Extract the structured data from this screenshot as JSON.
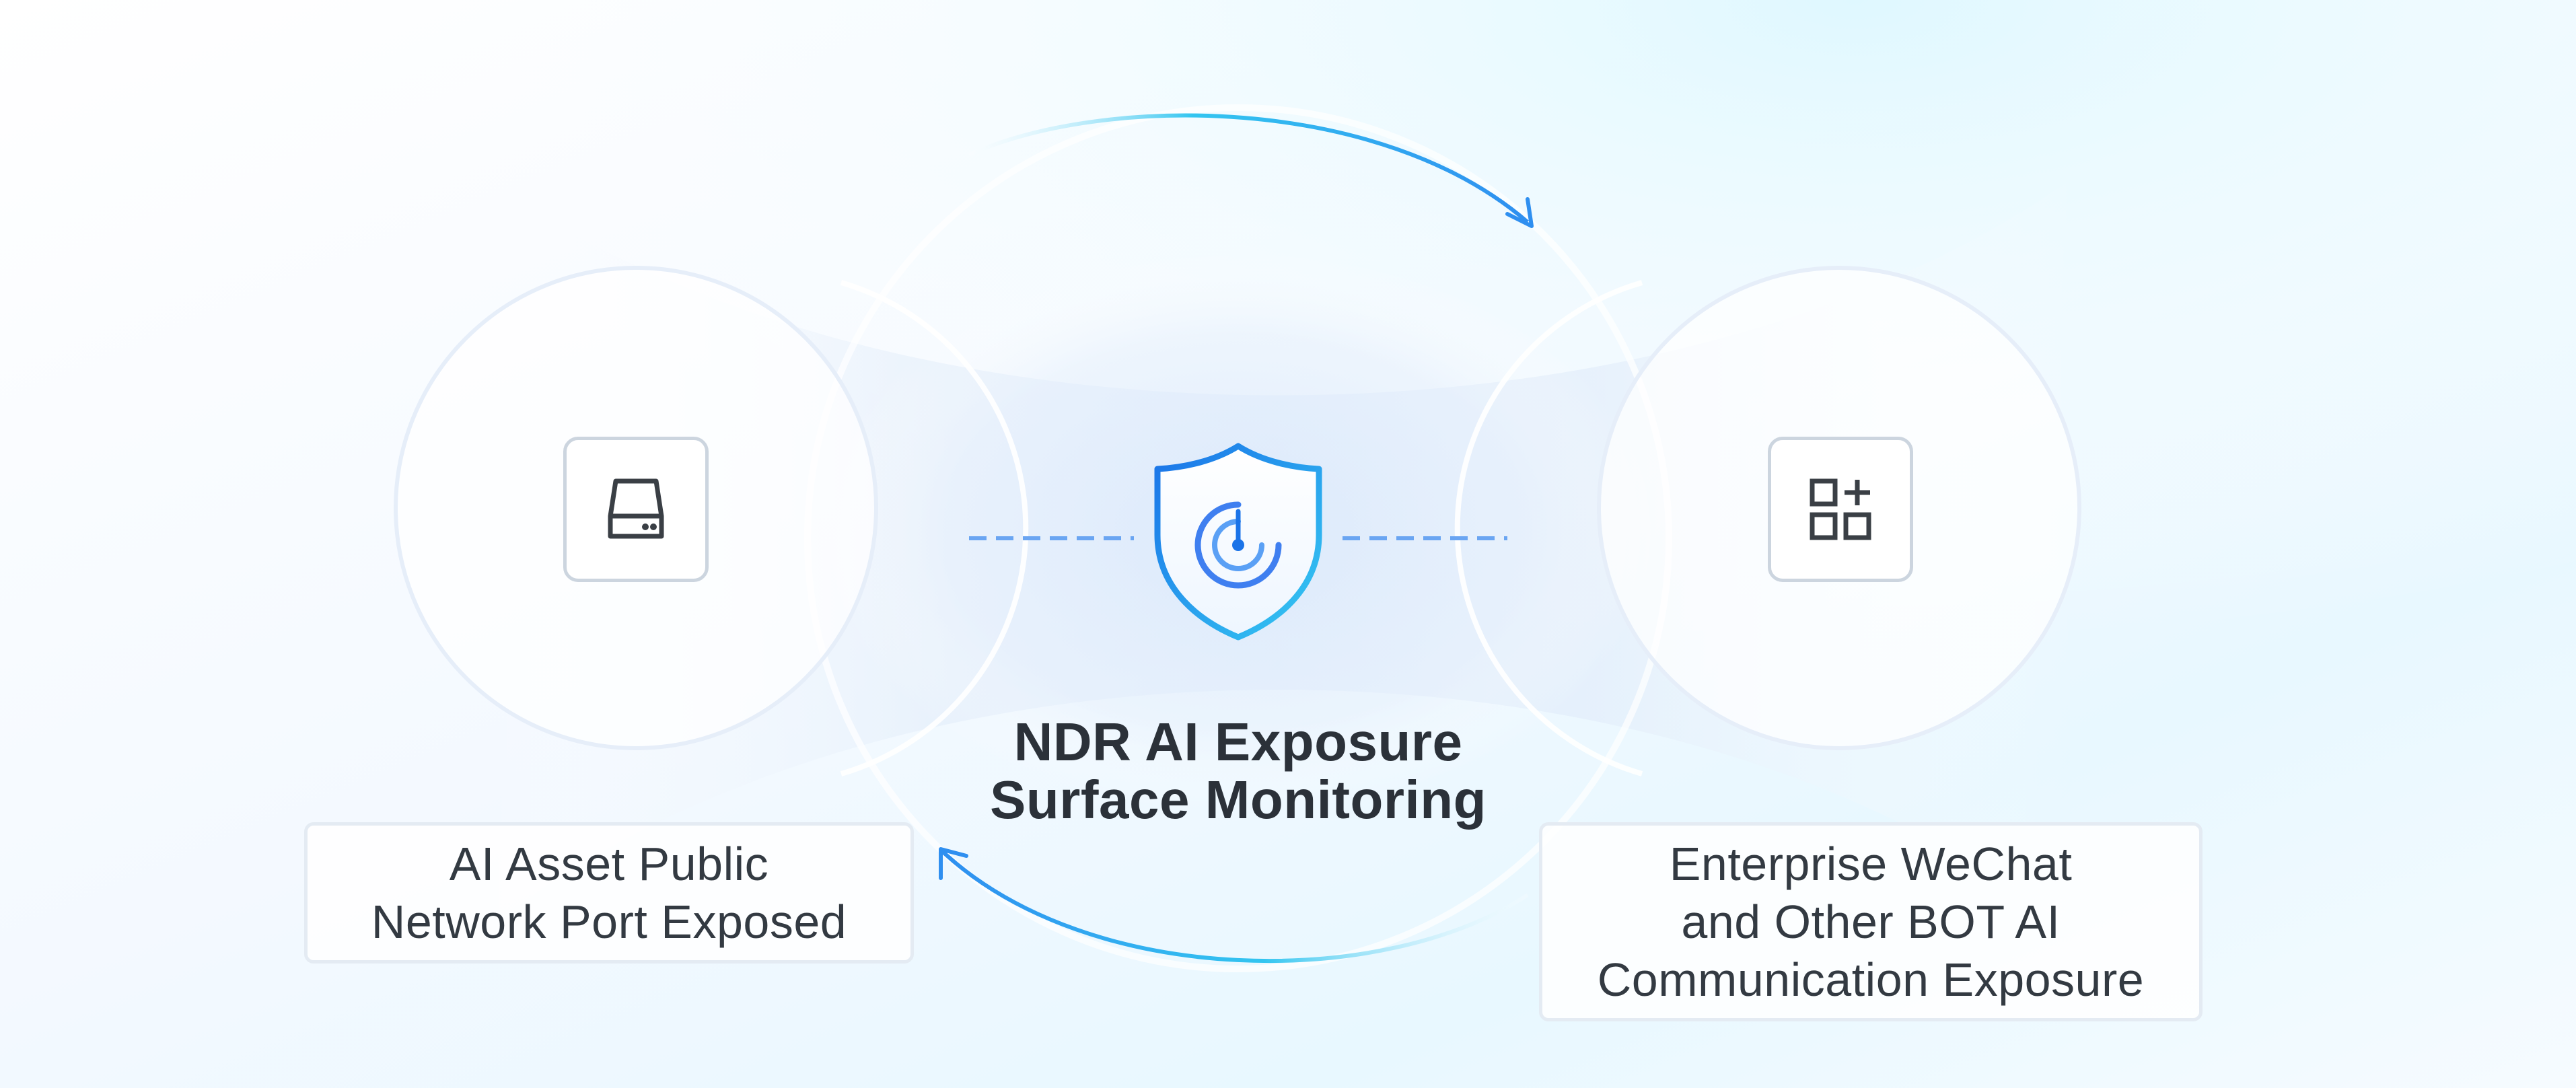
{
  "diagram": {
    "center": {
      "title_line_1": "NDR AI Exposure",
      "title_line_2": "Surface Monitoring",
      "icon": "shield-radar-icon"
    },
    "left_node": {
      "icon": "hard-drive-icon",
      "label_line_1": "AI Asset Public",
      "label_line_2": "Network Port Exposed"
    },
    "right_node": {
      "icon": "apps-add-icon",
      "label_line_1": "Enterprise WeChat",
      "label_line_2": "and Other BOT AI",
      "label_line_3": "Communication Exposure"
    },
    "colors": {
      "accent_blue": "#1a73e8",
      "accent_cyan": "#33c5f0",
      "dash_blue": "#6aa5f2",
      "border_light": "#e6eef9",
      "text_dark": "#2b3139"
    }
  }
}
